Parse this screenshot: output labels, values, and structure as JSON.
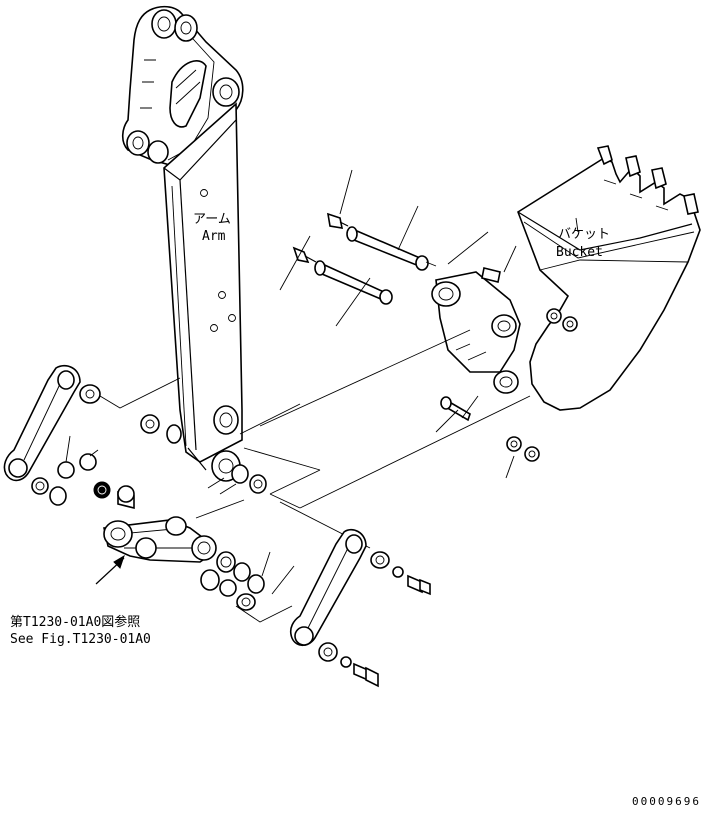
{
  "labels": {
    "arm_jp": "アーム",
    "arm_en": "Arm",
    "bucket_jp": "バケット",
    "bucket_en": "Bucket",
    "ref_jp": "第T1230-01A0図参照",
    "ref_en": "See Fig.T1230-01A0",
    "drawing_number": "00009696"
  }
}
